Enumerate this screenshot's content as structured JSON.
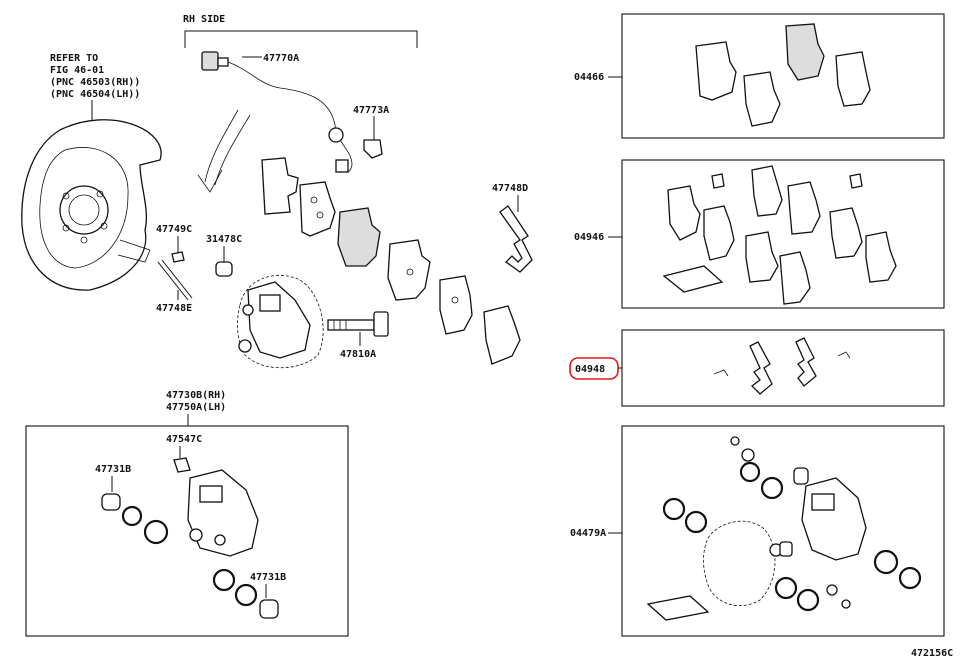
{
  "side_label": "RH SIDE",
  "refer_note": [
    "REFER TO",
    "FIG 46-01",
    "(PNC 46503(RH))",
    "(PNC 46504(LH))"
  ],
  "parts": {
    "p47770A": "47770A",
    "p47773A": "47773A",
    "p47748D": "47748D",
    "p47749C": "47749C",
    "p31478C": "31478C",
    "p47748E": "47748E",
    "p47810A": "47810A",
    "p47730B": "47730B(RH)",
    "p47750A": "47750A(LH)",
    "p47547C": "47547C",
    "p47731B_top": "47731B",
    "p47731B_bot": "47731B",
    "p04466": "04466",
    "p04946": "04946",
    "p04948": "04948",
    "p04479A": "04479A"
  },
  "highlighted_part": "04948",
  "highlight_color": "#e01818",
  "figure_id": "472156C"
}
